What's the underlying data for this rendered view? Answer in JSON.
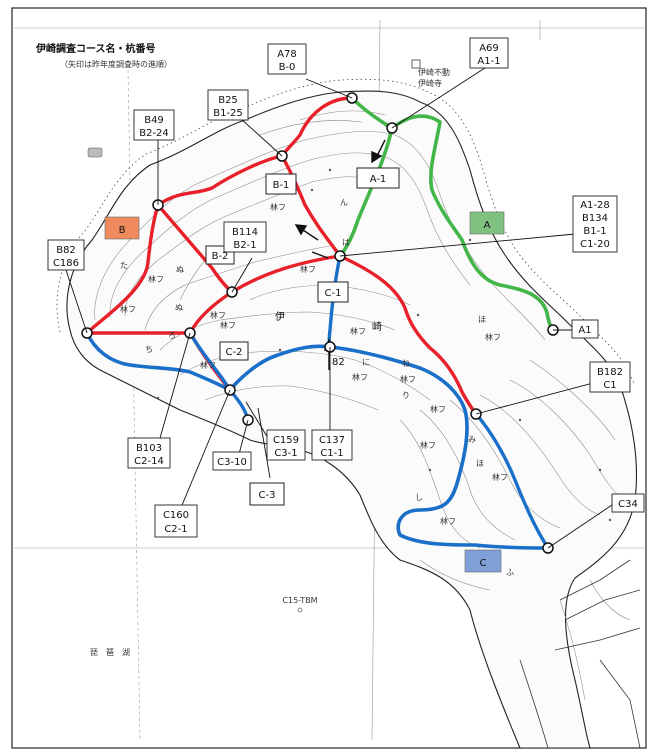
{
  "title": "伊崎調査コース名・杭番号",
  "subtitle": "（矢印は昨年度調査時の進順）",
  "place_name": "伊崎",
  "elevation_mark": "82",
  "bench_mark": "C15-TBM",
  "lake_text": "琵　琶　湖",
  "temple_label": "伊崎不動\n伊崎寺",
  "colors": {
    "A": "#43b649",
    "B": "#e8202a",
    "C": "#1a6fc9",
    "box_A": "#7fc17f",
    "box_B": "#f08a5d",
    "box_C": "#7f9fd6"
  },
  "course_boxes": [
    {
      "label": "A",
      "color": "#7fc17f"
    },
    {
      "label": "B",
      "color": "#f08a5d"
    },
    {
      "label": "C",
      "color": "#7f9fd6"
    }
  ],
  "route_labels": [
    "A-1",
    "B-1",
    "B-2",
    "C-1",
    "C-2",
    "C-3"
  ],
  "callouts": [
    {
      "lines": [
        "A78",
        "B-0"
      ]
    },
    {
      "lines": [
        "A69",
        "A1-1"
      ]
    },
    {
      "lines": [
        "B25",
        "B1-25"
      ]
    },
    {
      "lines": [
        "B49",
        "B2-24"
      ]
    },
    {
      "lines": [
        "A1-28",
        "B134",
        "B1-1",
        "C1-20"
      ]
    },
    {
      "lines": [
        "B114",
        "B2-1"
      ]
    },
    {
      "lines": [
        "B82",
        "C186"
      ]
    },
    {
      "lines": [
        "A1"
      ]
    },
    {
      "lines": [
        "B182",
        "C1"
      ]
    },
    {
      "lines": [
        "B103",
        "C2-14"
      ]
    },
    {
      "lines": [
        "C159",
        "C3-1"
      ]
    },
    {
      "lines": [
        "C137",
        "C1-1"
      ]
    },
    {
      "lines": [
        "C3-10"
      ]
    },
    {
      "lines": [
        "C160",
        "C2-1"
      ]
    },
    {
      "lines": [
        "C34"
      ]
    }
  ],
  "forest_marks": [
    "林フ",
    "林フ",
    "林フ",
    "林フ",
    "林フ",
    "林フ",
    "林フ",
    "林フ",
    "林フ",
    "林フ",
    "林フ",
    "林フ",
    "林フ",
    "林フ",
    "林フ"
  ],
  "map_letters": [
    "は",
    "ほ",
    "ち",
    "た",
    "ぬ",
    "ぬ",
    "ろ",
    "に",
    "ね",
    "み",
    "ほ",
    "し",
    "ふ",
    "り",
    "ん"
  ]
}
